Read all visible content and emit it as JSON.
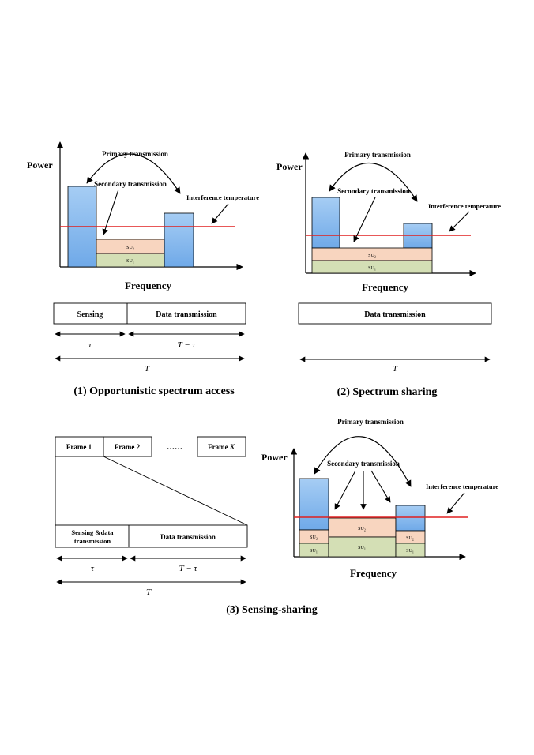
{
  "colors": {
    "primary_bar": "#8fc0f0",
    "su2": "#f8d5bf",
    "su1": "#d4dfb5",
    "interference_line": "#e02020"
  },
  "panel1": {
    "power_label": "Power",
    "frequency_label": "Frequency",
    "primary_label": "Primary transmission",
    "secondary_label": "Secondary transmission",
    "interference_label": "Interference temperature",
    "su2": "SU",
    "su2_sub": "2",
    "su1": "SU",
    "su1_sub": "1",
    "frame_sensing": "Sensing",
    "frame_data": "Data transmission",
    "tau": "τ",
    "T_minus_tau": "T − τ",
    "T": "T",
    "caption": "(1) Opportunistic spectrum access"
  },
  "panel2": {
    "power_label": "Power",
    "frequency_label": "Frequency",
    "primary_label": "Primary transmission",
    "secondary_label": "Secondary transmission",
    "interference_label": "Interference temperature",
    "su2": "SU",
    "su2_sub": "2",
    "su1": "SU",
    "su1_sub": "1",
    "frame_data": "Data transmission",
    "T": "T",
    "caption": "(2) Spectrum sharing"
  },
  "panel3": {
    "frame1": "Frame 1",
    "frame2": "Frame 2",
    "dots": "……",
    "frameK": "Frame ",
    "frameK_italic": "K",
    "sensing_data_line1": "Sensing &data",
    "sensing_data_line2": "transmission",
    "data_transmission": "Data transmission",
    "tau": "τ",
    "T_minus_tau": "T − τ",
    "T": "T",
    "caption": "(3) Sensing-sharing"
  },
  "panel4": {
    "power_label": "Power",
    "frequency_label": "Frequency",
    "primary_label": "Primary transmission",
    "secondary_label": "Secondary transmission",
    "interference_label": "Interference temperature",
    "su2": "SU",
    "su2_sub": "2",
    "su1": "SU",
    "su1_sub": "1"
  }
}
